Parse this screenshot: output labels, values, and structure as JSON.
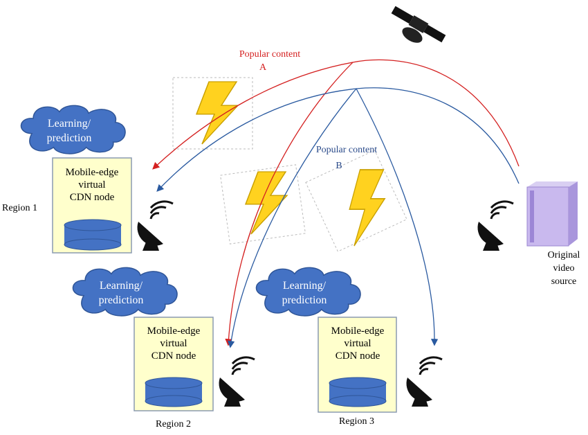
{
  "content_a": {
    "line1": "Popular content",
    "line2": "A",
    "color": "#d42020"
  },
  "content_b": {
    "line1": "Popular content",
    "line2": "B",
    "color": "#2a4a8a"
  },
  "regions": [
    {
      "label": "Region 1",
      "cloud_line1": "Learning/",
      "cloud_line2": "prediction",
      "node_line1": "Mobile-edge",
      "node_line2": "virtual",
      "node_line3": "CDN node"
    },
    {
      "label": "Region 2",
      "cloud_line1": "Learning/",
      "cloud_line2": "prediction",
      "node_line1": "Mobile-edge",
      "node_line2": "virtual",
      "node_line3": "CDN node"
    },
    {
      "label": "Region 3",
      "cloud_line1": "Learning/",
      "cloud_line2": "prediction",
      "node_line1": "Mobile-edge",
      "node_line2": "virtual",
      "node_line3": "CDN node"
    }
  ],
  "source": {
    "line1": "Original",
    "line2": "video",
    "line3": "source"
  },
  "colors": {
    "cloud": "#4472c4",
    "node_box": "#ffffcc",
    "bolt": "#ffd700",
    "server": "#b9a7e0"
  }
}
